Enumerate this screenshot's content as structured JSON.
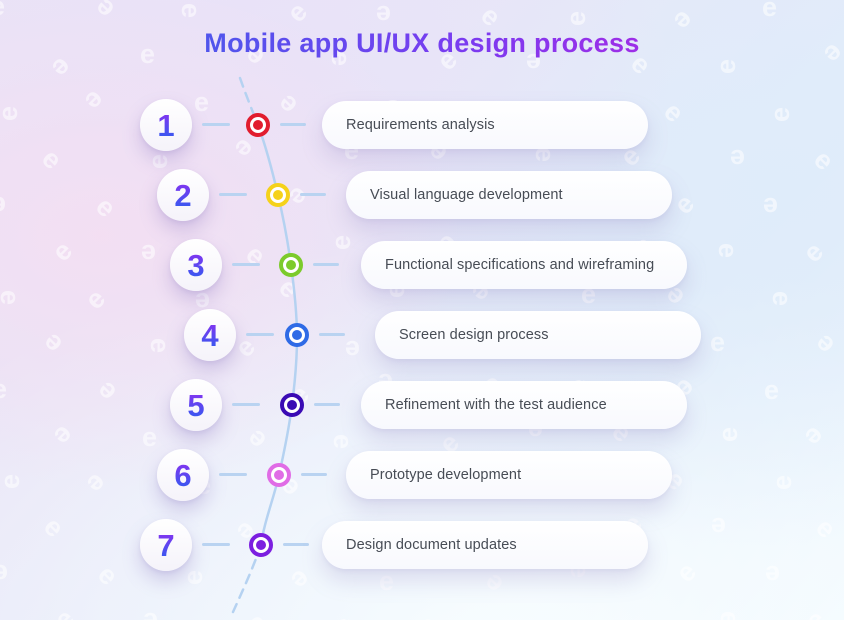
{
  "title": "Mobile app UI/UX design process",
  "title_gradient": [
    "#2f6ae9",
    "#7a3bf0",
    "#c81edd"
  ],
  "watermark": {
    "icon": "e-logo-watermark",
    "glyph": "e"
  },
  "timeline": {
    "line_color": "#b5d2f1"
  },
  "steps": [
    {
      "number": "1",
      "label": "Requirements analysis",
      "color": "#e11d2e"
    },
    {
      "number": "2",
      "label": "Visual language development",
      "color": "#f5d21b"
    },
    {
      "number": "3",
      "label": "Functional specifications and wireframing",
      "color": "#7ccb2b"
    },
    {
      "number": "4",
      "label": "Screen design process",
      "color": "#2f6be6"
    },
    {
      "number": "5",
      "label": "Refinement with the test audience",
      "color": "#3a0bb4"
    },
    {
      "number": "6",
      "label": "Prototype development",
      "color": "#e06ce6"
    },
    {
      "number": "7",
      "label": "Design document updates",
      "color": "#7c1fe0"
    }
  ]
}
